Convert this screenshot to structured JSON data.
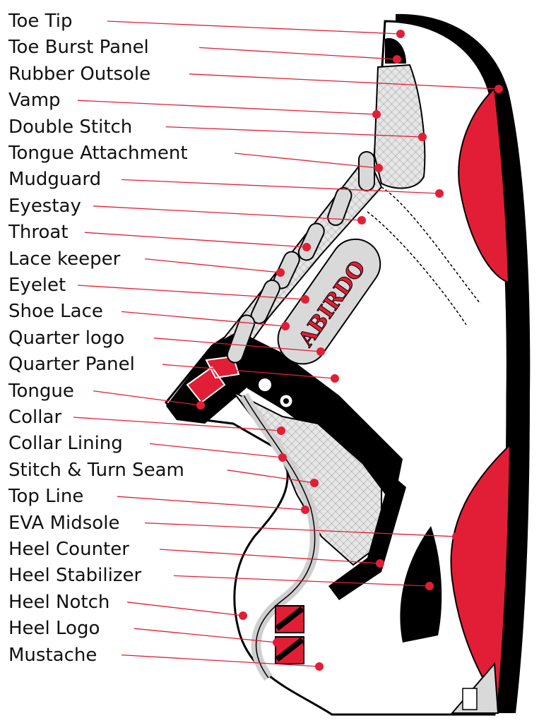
{
  "labels": [
    "Toe Tip",
    "Toe Burst Panel",
    "Rubber Outsole",
    "Vamp",
    "Double Stitch",
    "Tongue Attachment",
    "Mudguard",
    "Eyestay",
    "Throat",
    "Lace keeper",
    "Eyelet",
    "Shoe Lace",
    "Quarter logo",
    "Quarter Panel",
    "Tongue",
    "Collar",
    "Collar Lining",
    "Stitch & Turn Seam",
    "Top Line",
    "EVA Midsole",
    "Heel Counter",
    "Heel Stabilizer",
    "Heel Notch",
    "Heel Logo",
    "Mustache"
  ],
  "quarter_logo_text": "ABIRDO",
  "colors": {
    "accent": "#e21e36",
    "line": "#e21e36",
    "shoe_black": "#000000",
    "mesh": "#d9d9d9"
  }
}
